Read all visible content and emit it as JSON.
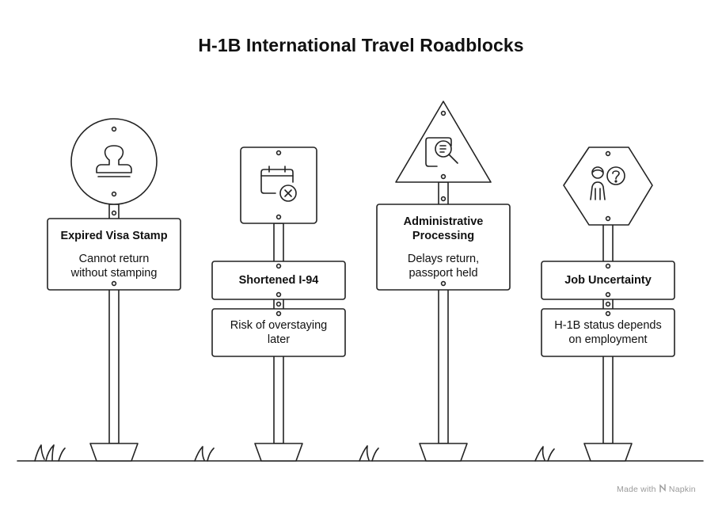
{
  "title": "H-1B International Travel Roadblocks",
  "signs": [
    {
      "icon": "stamp-icon",
      "heading": "Expired Visa Stamp",
      "body_lines": [
        "Cannot return",
        "without stamping"
      ]
    },
    {
      "icon": "calendar-x-icon",
      "heading": "Shortened I-94",
      "body_lines": [
        "Risk of overstaying",
        "later"
      ]
    },
    {
      "icon": "document-search-icon",
      "heading_lines": [
        "Administrative",
        "Processing"
      ],
      "body_lines": [
        "Delays return,",
        "passport held"
      ]
    },
    {
      "icon": "person-question-icon",
      "heading": "Job Uncertainty",
      "body_lines": [
        "H-1B status depends",
        "on employment"
      ]
    }
  ],
  "watermark": {
    "prefix": "Made with",
    "brand": "Napkin"
  }
}
